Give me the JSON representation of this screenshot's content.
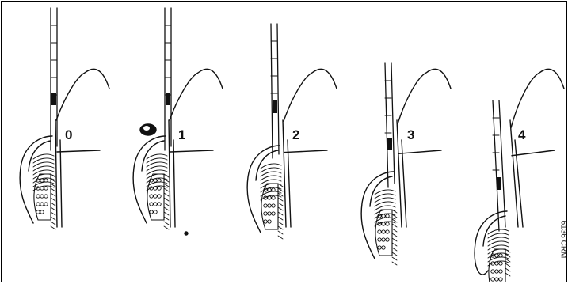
{
  "figure": {
    "stages": [
      {
        "label": "0"
      },
      {
        "label": "1"
      },
      {
        "label": "2"
      },
      {
        "label": "3"
      },
      {
        "label": "4"
      }
    ],
    "figure_code": "6136 CRM",
    "line_color": "#111111",
    "background": "#ffffff"
  }
}
